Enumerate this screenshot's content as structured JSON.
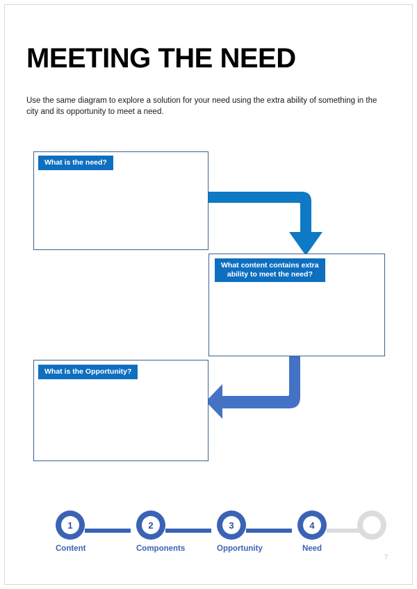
{
  "page": {
    "title": "MEETING THE NEED",
    "intro": "Use the same diagram to explore a solution for your need using the extra ability of something in the city and its opportunity to meet a need.",
    "page_number": "7",
    "colors": {
      "arrow_primary": "#0E79C4",
      "arrow_secondary": "#4472C4",
      "label_badge": "#0E6FC0",
      "box_border": "#3F5F8F",
      "stepper_active": "#3B63B5",
      "stepper_inactive": "#DCDCDC",
      "page_number": "#B8B8B8"
    }
  },
  "diagram": {
    "boxes": [
      {
        "id": "need",
        "label": "What is the need?"
      },
      {
        "id": "content",
        "label": "What content contains extra\nability to meet the need?"
      },
      {
        "id": "opportunity",
        "label": "What is the Opportunity?"
      }
    ],
    "arrows": [
      {
        "id": "need-to-content",
        "direction": "right-then-down",
        "color": "#0E79C4"
      },
      {
        "id": "content-to-opportunity",
        "direction": "down-then-left",
        "color": "#4472C4"
      }
    ]
  },
  "stepper": {
    "steps": [
      {
        "number": "1",
        "label": "Content",
        "state": "active"
      },
      {
        "number": "2",
        "label": "Components",
        "state": "active"
      },
      {
        "number": "3",
        "label": "Opportunity",
        "state": "active"
      },
      {
        "number": "4",
        "label": "Need",
        "state": "active"
      },
      {
        "number": "",
        "label": "",
        "state": "empty"
      }
    ]
  }
}
